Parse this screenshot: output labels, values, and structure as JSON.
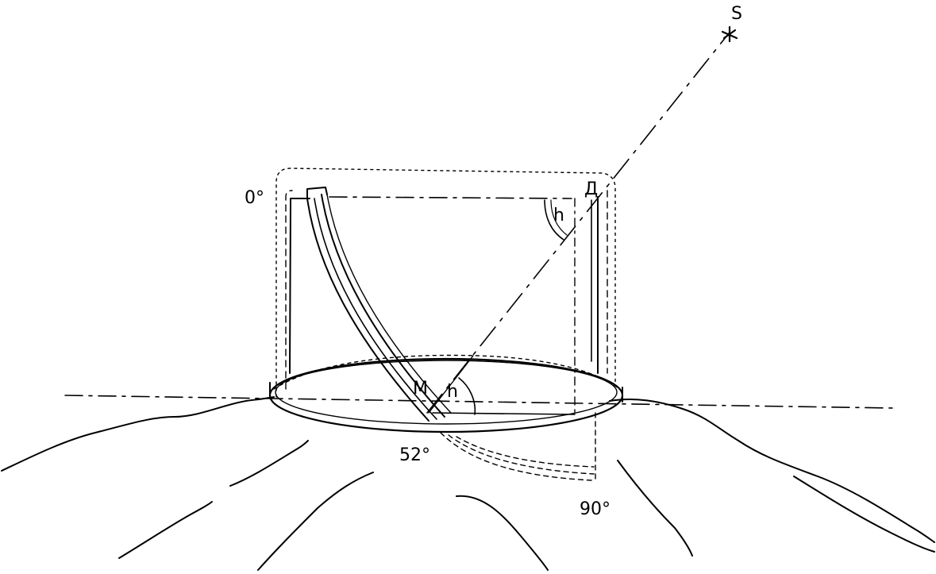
{
  "labels": {
    "star": "S",
    "top_left_angle": "0°",
    "top_right_point": "Д",
    "top_angle": "h",
    "center_point": "M",
    "center_angle": "h",
    "bottom_left_angle": "52°",
    "bottom_right_angle": "90°"
  },
  "colors": {
    "ink": "#000000",
    "background": "#ffffff"
  }
}
